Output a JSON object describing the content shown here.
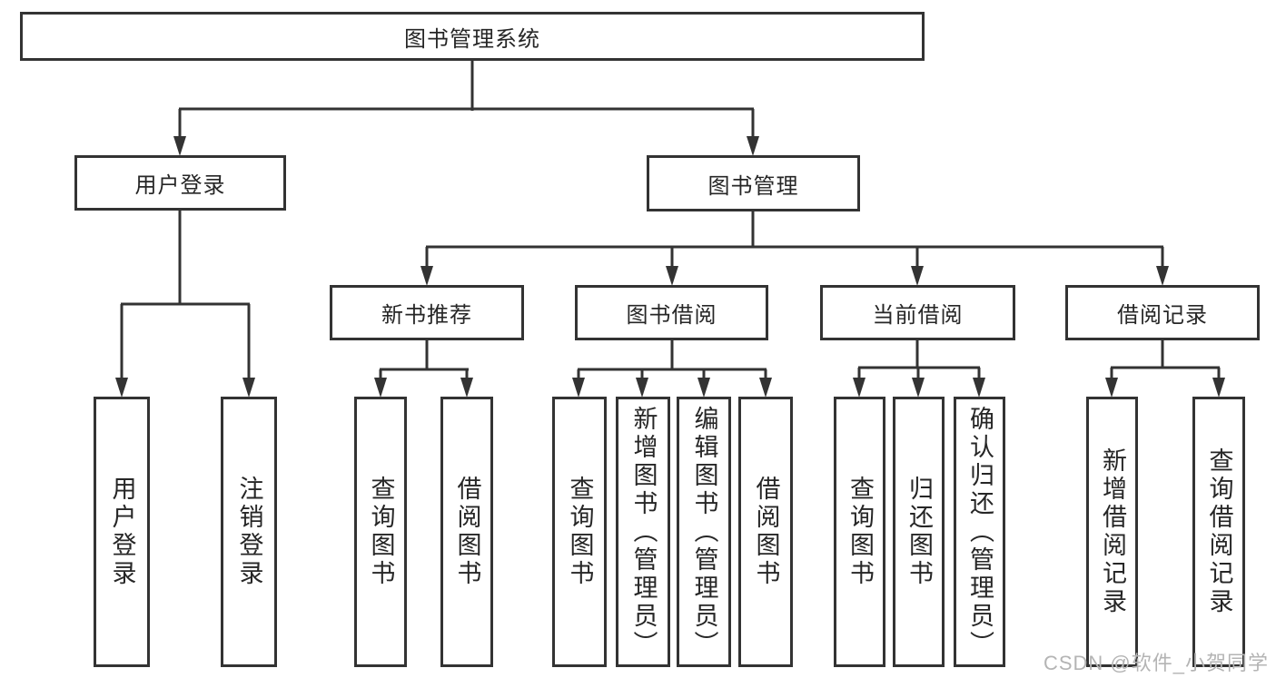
{
  "colors": {
    "background": "#ffffff",
    "line": "#333333",
    "box_border": "#333333",
    "text": "#262626",
    "watermark": "#b4b4b4"
  },
  "root": {
    "label": "图书管理系统"
  },
  "login_branch": {
    "label": "用户登录",
    "children": [
      {
        "label": "用户登录"
      },
      {
        "label": "注销登录"
      }
    ]
  },
  "mgmt_branch": {
    "label": "图书管理",
    "groups": [
      {
        "label": "新书推荐",
        "children": [
          {
            "label": "查询图书"
          },
          {
            "label": "借阅图书"
          }
        ]
      },
      {
        "label": "图书借阅",
        "children": [
          {
            "label": "查询图书"
          },
          {
            "label": "新增图书（管理员）"
          },
          {
            "label": "编辑图书（管理员）"
          },
          {
            "label": "借阅图书"
          }
        ]
      },
      {
        "label": "当前借阅",
        "children": [
          {
            "label": "查询图书"
          },
          {
            "label": "归还图书"
          },
          {
            "label": "确认归还（管理员）"
          }
        ]
      },
      {
        "label": "借阅记录",
        "children": [
          {
            "label": "新增借阅记录"
          },
          {
            "label": "查询借阅记录"
          }
        ]
      }
    ]
  },
  "watermark": {
    "text": "CSDN @软件_小贺同学"
  }
}
